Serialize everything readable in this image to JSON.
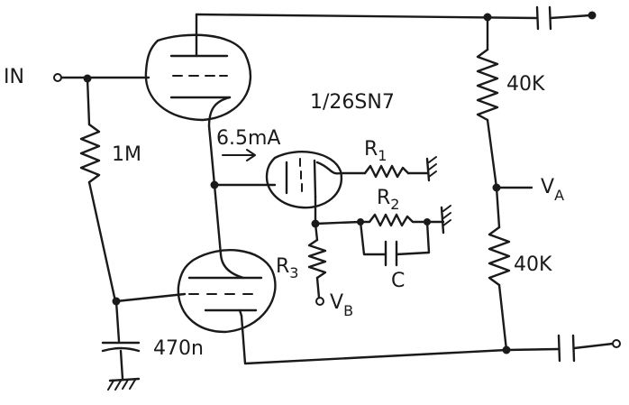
{
  "labels": {
    "input": "IN",
    "r_grid": "1M",
    "tube_label": "1/26SN7",
    "current": "6.5mA",
    "r1": "R",
    "r1_sub": "1",
    "r2": "R",
    "r2_sub": "2",
    "r3": "R",
    "r3_sub": "3",
    "cap_c": "C",
    "r_top": "40K",
    "r_bottom": "40K",
    "va": "V",
    "va_sub": "A",
    "vb": "V",
    "vb_sub": "B",
    "cap_bottom": "470n"
  },
  "colors": {
    "ink": "#1a1a1a",
    "paper": "#ffffff"
  }
}
